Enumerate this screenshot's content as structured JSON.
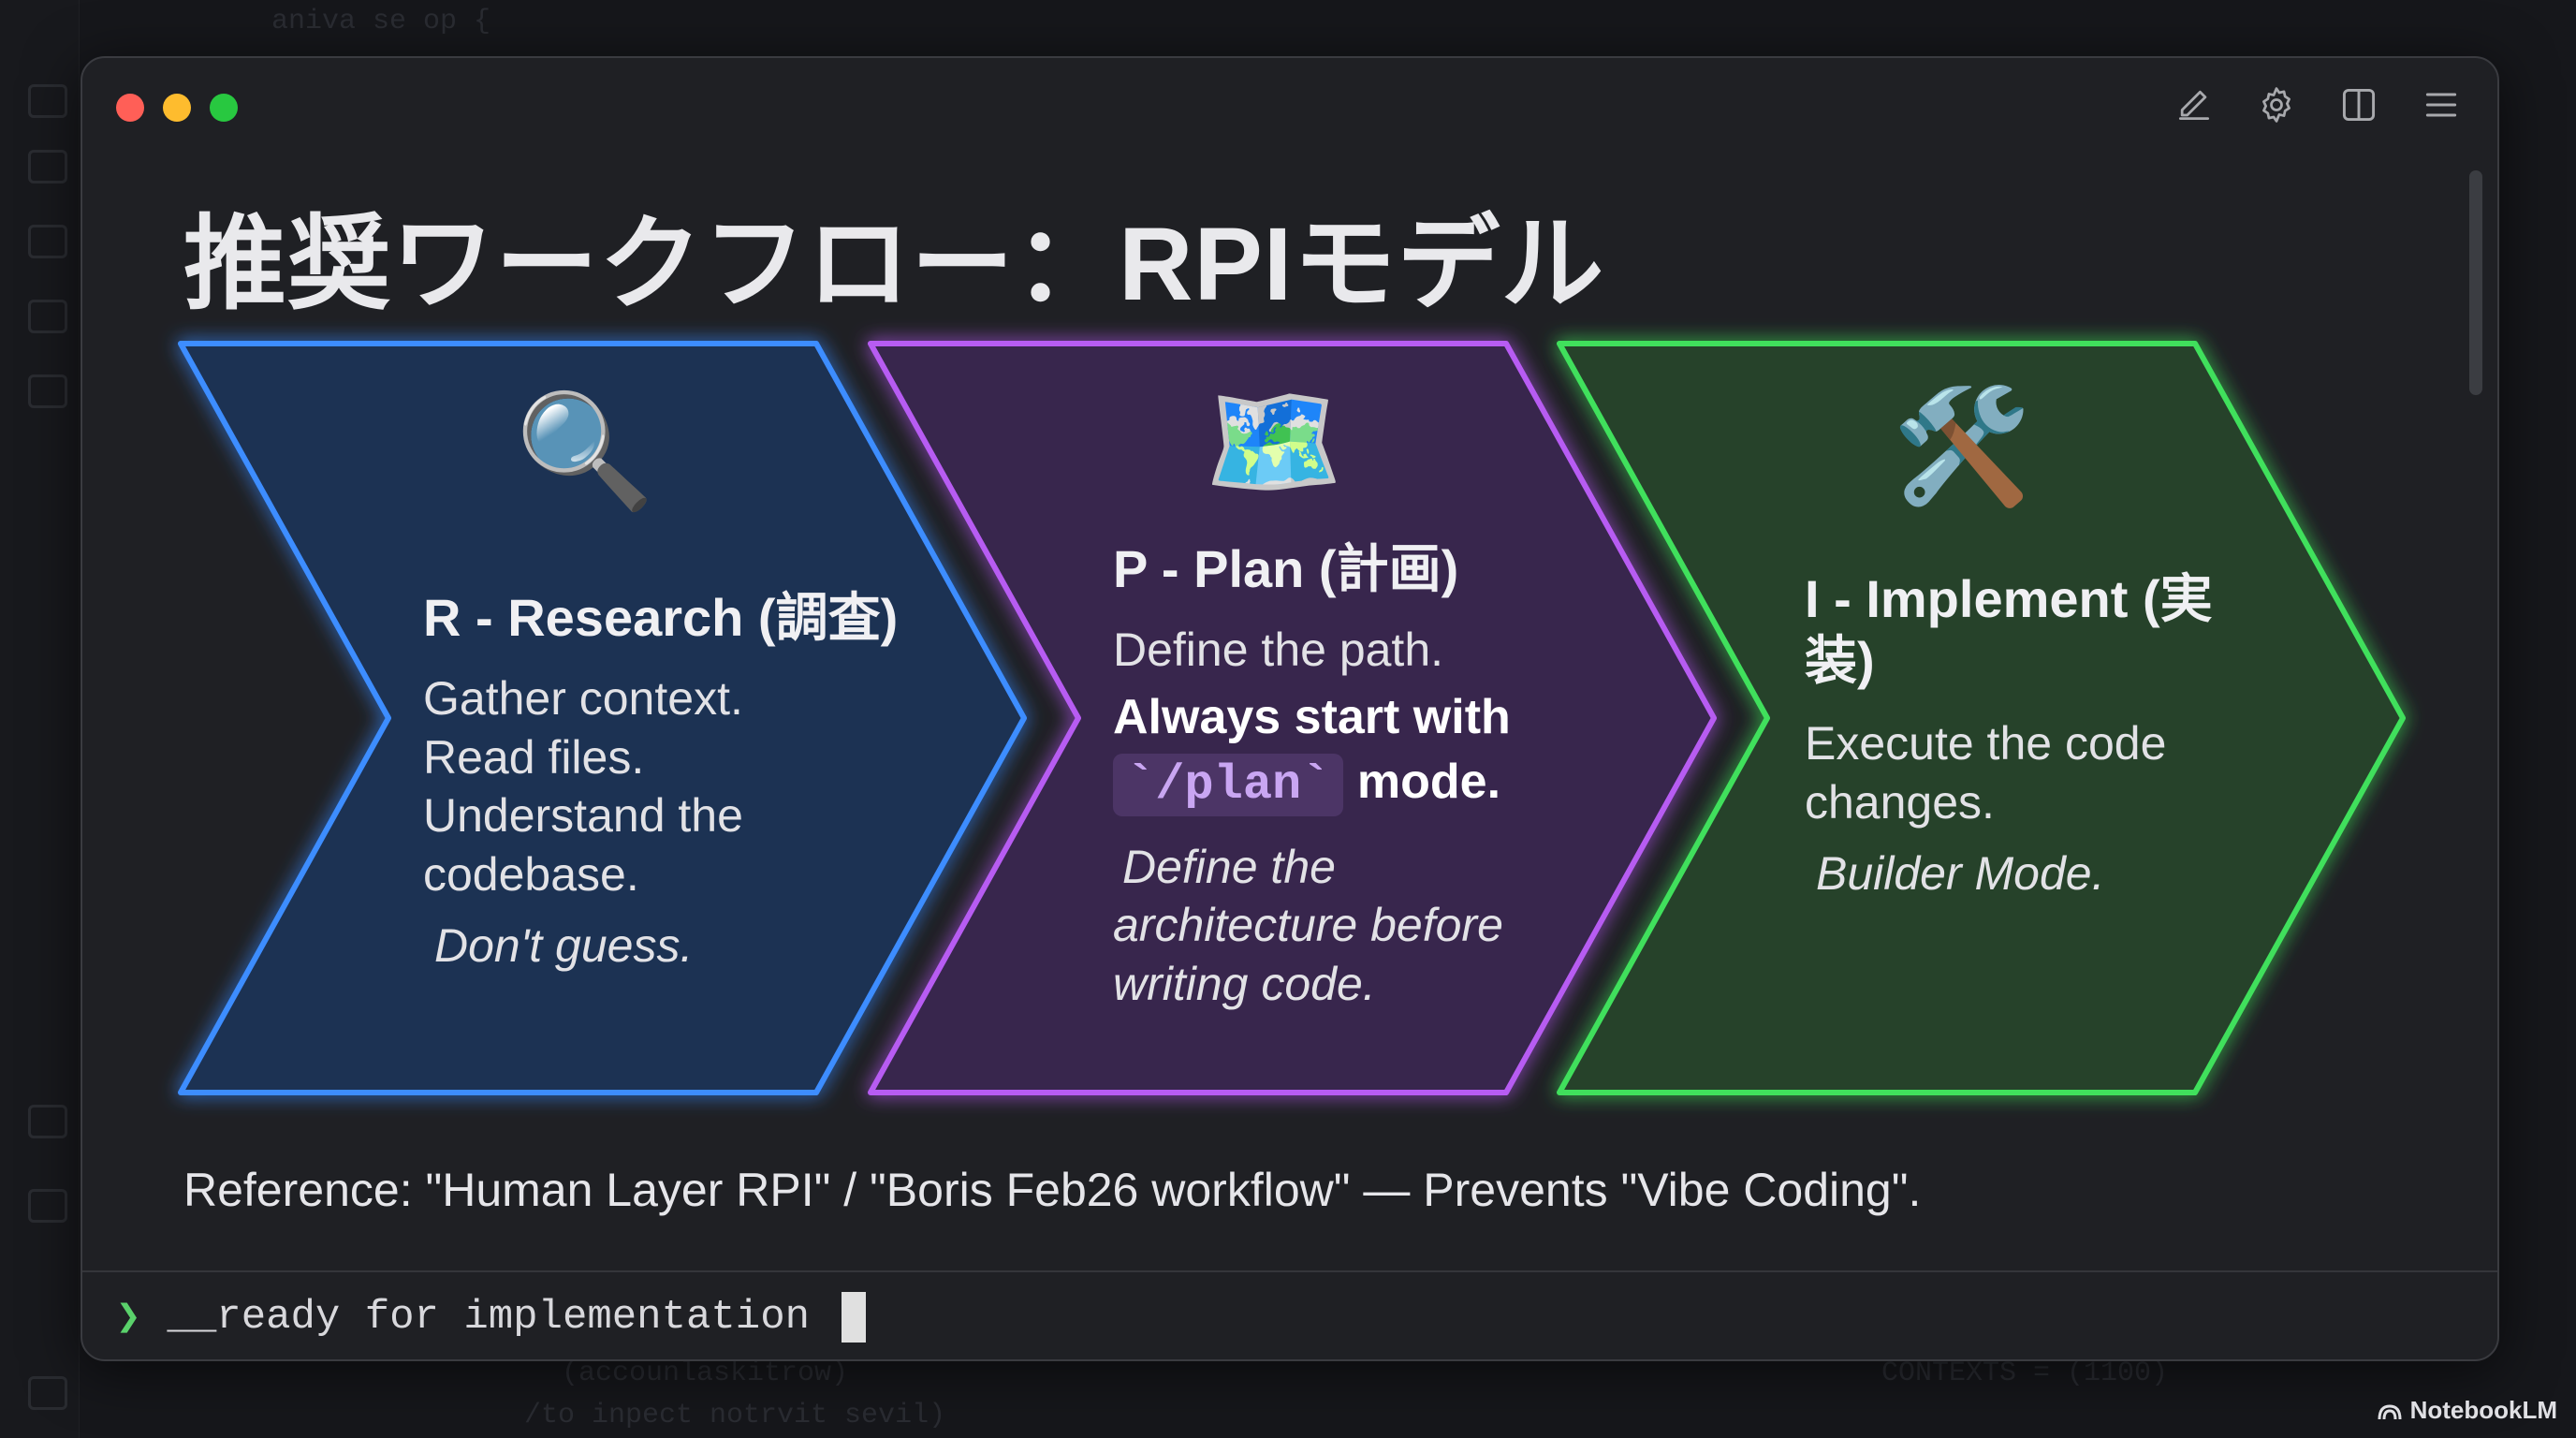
{
  "background": {
    "code_top": "aniva se op {",
    "code_bottom_1": "(accounlaskitrow)",
    "code_bottom_2": "/to inpect notrvit sevil)",
    "code_bottom_3": "CONTEXTS = (1100)"
  },
  "window": {
    "title": "推奨ワークフロー：RPIモデル",
    "toolbar": {
      "edit_icon": "pencil-icon",
      "settings_icon": "gear-icon",
      "split_icon": "split-view-icon",
      "menu_icon": "hamburger-icon"
    }
  },
  "steps": [
    {
      "emoji": "🔍",
      "heading": "R - Research (調査)",
      "lines": [
        "Gather context.",
        "Read files.",
        "Understand the",
        "codebase."
      ],
      "note": "Don't guess.",
      "color": "#3b8cff"
    },
    {
      "emoji": "🗺️",
      "heading": "P - Plan (計画)",
      "line1": "Define the path.",
      "strong1": "Always start with",
      "code": "`/plan`",
      "strong2": "mode.",
      "note_lines": [
        "Define the",
        "architecture before",
        "writing code."
      ],
      "color": "#b65cf0"
    },
    {
      "emoji": "🛠️",
      "heading_lines": [
        "I - Implement (実",
        "装)"
      ],
      "lines": [
        "Execute the code",
        "changes."
      ],
      "note": "Builder Mode.",
      "color": "#3ee05a"
    }
  ],
  "reference": "Reference: \"Human Layer RPI\" / \"Boris Feb26 workflow\" — Prevents \"Vibe Coding\".",
  "terminal": {
    "prompt_symbol": "❯",
    "text": "__ready for implementation"
  },
  "watermark": "NotebookLM"
}
